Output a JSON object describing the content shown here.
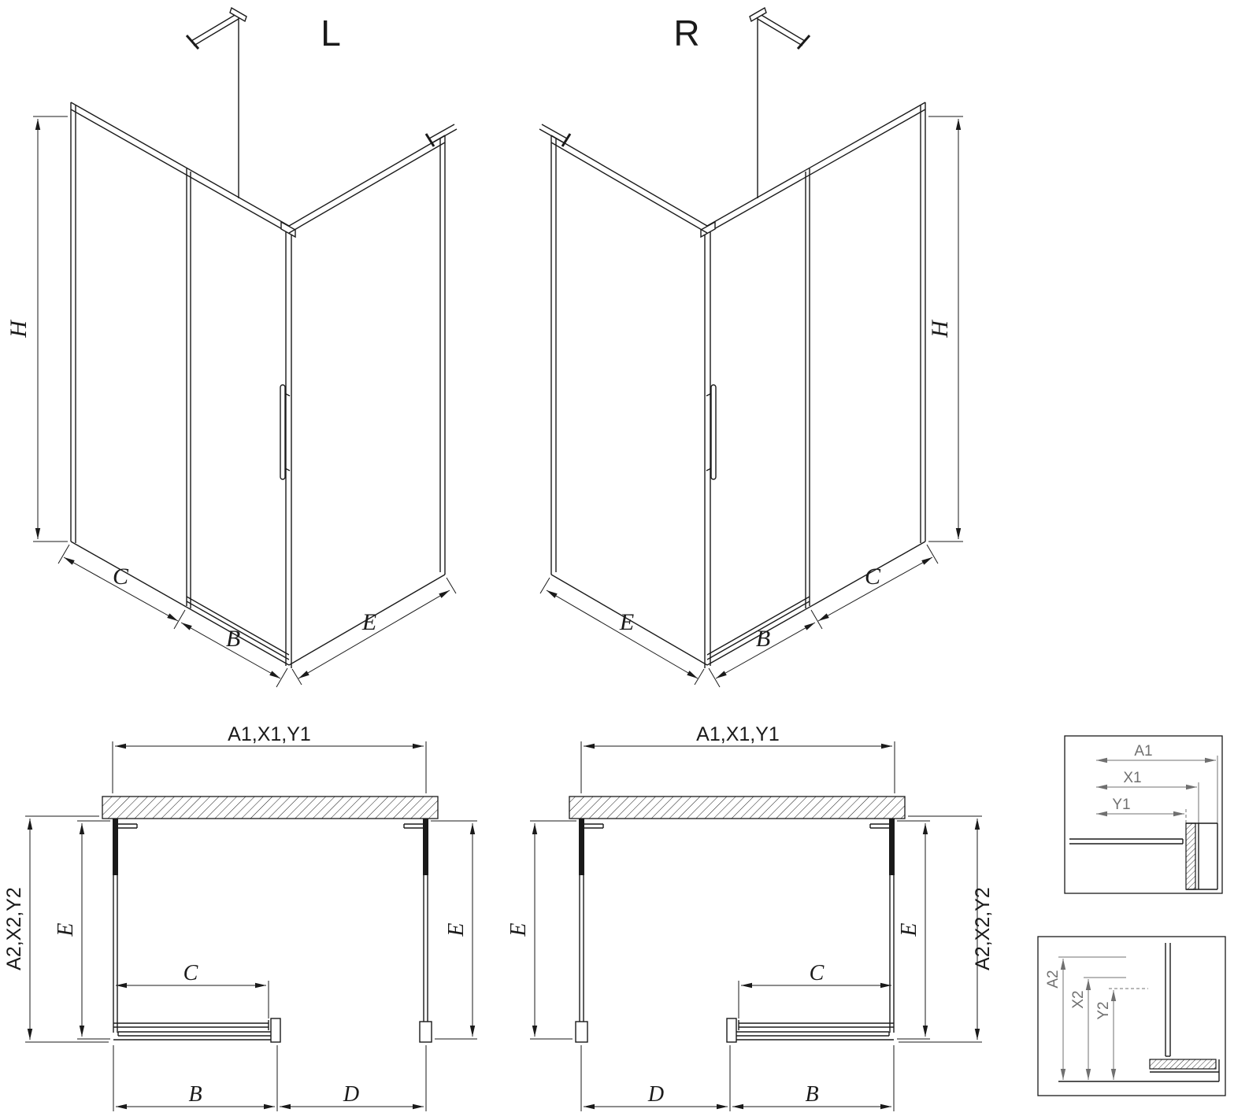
{
  "colors": {
    "line": "#1a1a1a",
    "detail": "#707070",
    "background": "#ffffff"
  },
  "iso_left": {
    "title": "L",
    "dim_h": "H",
    "dim_c": "C",
    "dim_b": "B",
    "dim_e": "E"
  },
  "iso_right": {
    "title": "R",
    "dim_h": "H",
    "dim_c": "C",
    "dim_b": "B",
    "dim_e": "E"
  },
  "plan_left": {
    "dim_top": "A1,X1,Y1",
    "dim_outer": "A2,X2,Y2",
    "dim_e_left": "E",
    "dim_e_right": "E",
    "dim_c": "C",
    "dim_b": "B",
    "dim_d": "D"
  },
  "plan_right": {
    "dim_top": "A1,X1,Y1",
    "dim_outer": "A2,X2,Y2",
    "dim_e_left": "E",
    "dim_e_right": "E",
    "dim_c": "C",
    "dim_b": "B",
    "dim_d": "D"
  },
  "detail_top": {
    "dim_a1": "A1",
    "dim_x1": "X1",
    "dim_y1": "Y1"
  },
  "detail_bottom": {
    "dim_a2": "A2",
    "dim_x2": "X2",
    "dim_y2": "Y2"
  }
}
